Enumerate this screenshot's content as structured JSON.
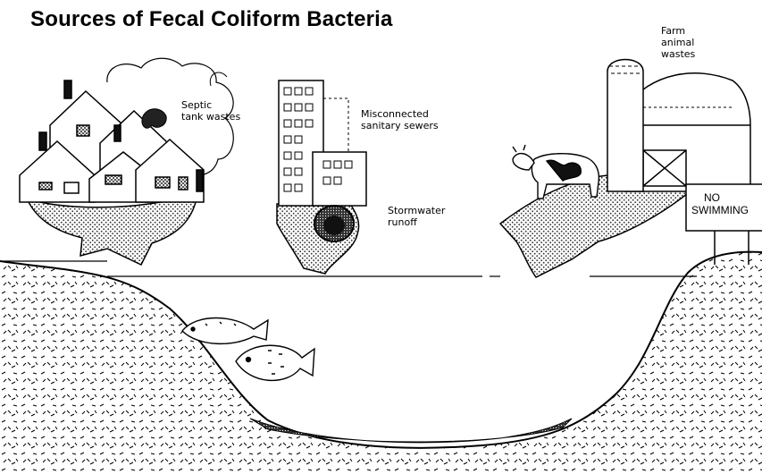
{
  "title": "Sources of Fecal Coliform Bacteria",
  "labels": {
    "septic": [
      "Septic",
      "tank wastes"
    ],
    "misconnected": [
      "Misconnected",
      "sanitary sewers"
    ],
    "stormwater": [
      "Stormwater",
      "runoff"
    ],
    "farm": [
      "Farm",
      "animal",
      "wastes"
    ]
  },
  "sign": [
    "NO",
    "SWIMMING"
  ],
  "colors": {
    "ink": "#000000",
    "paper": "#ffffff",
    "stipple": "#555555"
  },
  "icons": [
    "house-icon",
    "building-icon",
    "barn-icon",
    "silo-icon",
    "cow-icon",
    "fish-icon",
    "pipe-icon",
    "sign-icon"
  ]
}
